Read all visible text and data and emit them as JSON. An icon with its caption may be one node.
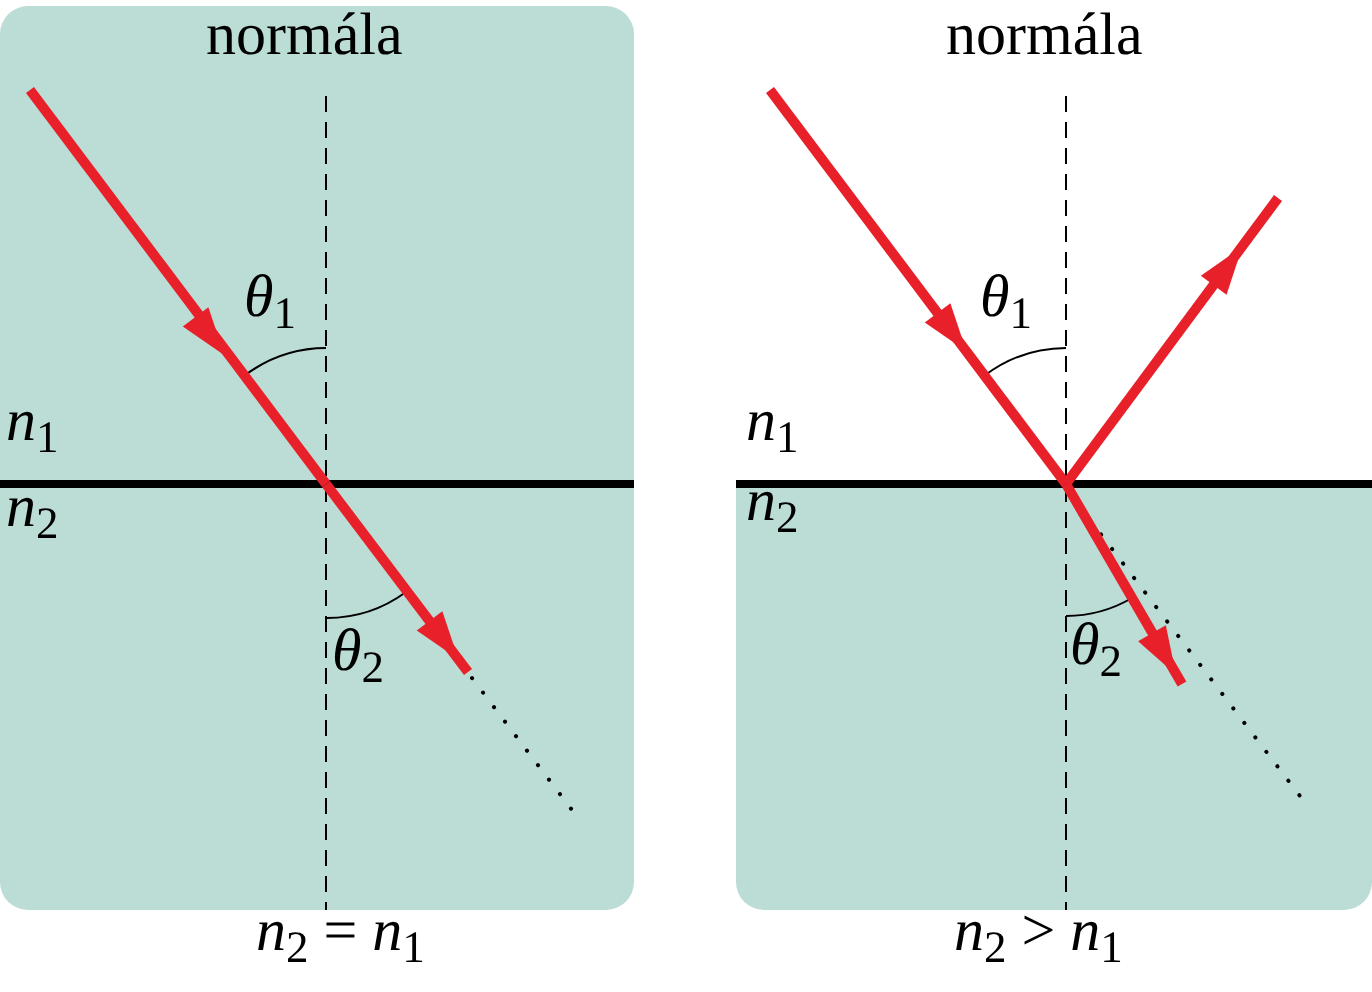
{
  "diagram": {
    "nodes": [
      {
        "text": [
          "normála",
          "*n*$_{1}$",
          "*n*$_{2}$",
          "*θ*$_{1}$",
          "*θ*$_{2}$"
        ],
        "beside": [
          "*n*$_{2}$ = *n*$_{1}$"
        ]
      },
      {
        "text": [
          "*n*$_{2}$",
          "*θ*$_{2}$"
        ],
        "beside": [
          "*n*$_{2}$ > *n*$_{1}$"
        ]
      }
    ],
    "labels": [
      "normála",
      "*n*$_{1}$",
      "*θ*$_{1}$"
    ]
  }
}
